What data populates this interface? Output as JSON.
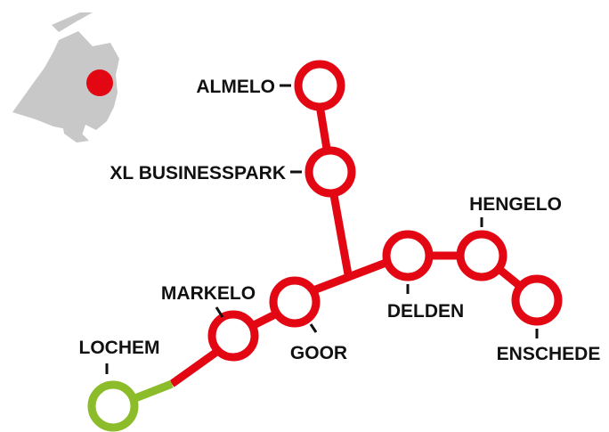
{
  "colors": {
    "active_line": "#e30613",
    "extension_line": "#8cbc2a",
    "station_fill": "#ffffff",
    "label_text": "#111111",
    "inset_map": "#c8c8c8",
    "inset_marker": "#e30613"
  },
  "inset": {
    "region": "Netherlands outline",
    "marker": "red location dot in the east of the Netherlands"
  },
  "stations": {
    "almelo": "ALMELO",
    "xl_businesspark": "XL BUSINESSPARK",
    "hengelo": "HENGELO",
    "delden": "DELDEN",
    "markelo": "MARKELO",
    "goor": "GOOR",
    "lochem": "LOCHEM",
    "enschede": "ENSCHEDE"
  }
}
